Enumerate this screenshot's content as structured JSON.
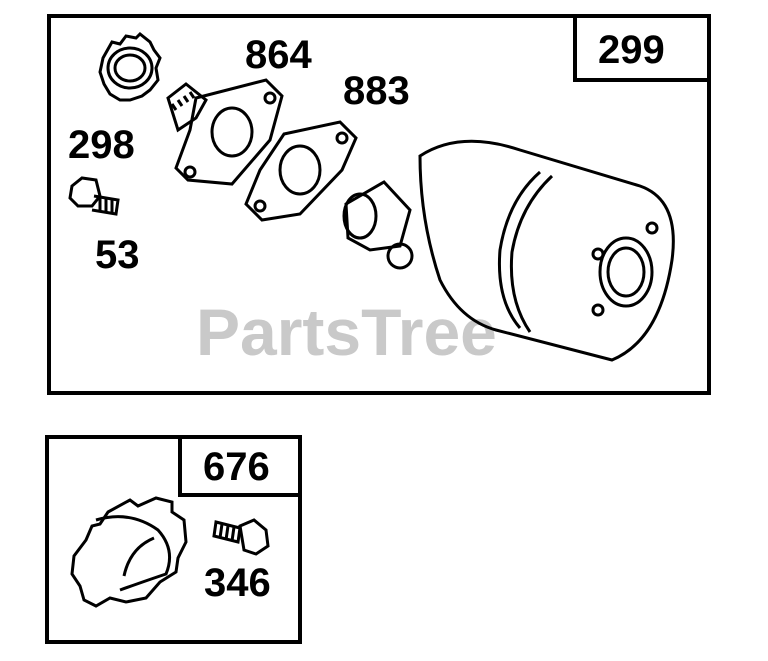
{
  "watermark": "PartsTree",
  "panels": [
    {
      "box_label": "299",
      "parts": [
        "864",
        "883",
        "298",
        "53"
      ]
    },
    {
      "box_label": "676",
      "parts": [
        "346"
      ]
    }
  ]
}
